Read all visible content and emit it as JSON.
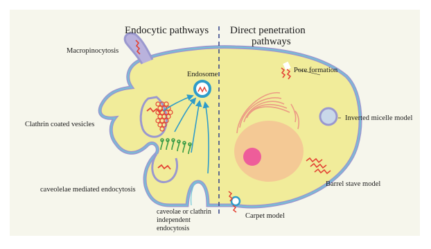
{
  "headers": {
    "endocytic": "Endocytic pathways",
    "direct_line1": "Direct penetration",
    "direct_line2": "pathways"
  },
  "labels": {
    "macropinocytosis": "Macropinocytosis",
    "endosome": "Endosome",
    "clathrin": "Clathrin coated vesicles",
    "caveolae_mediated": "caveolelae mediated endocytosis",
    "independent_line1": "caveolae or clathrin",
    "independent_line2": "independent",
    "independent_line3": "endocytosis",
    "pore": "Pore formation",
    "inverted_micelle": "Inverted micelle model",
    "barrel_stave": "Barrel stave model",
    "carpet": "Carpet model"
  },
  "colors": {
    "background": "#f6f6ec",
    "cytoplasm": "#f1ec9a",
    "membrane_outer": "#9a98cf",
    "membrane_inner": "#6ec7d8",
    "nucleus": "#f4c995",
    "nucleolus": "#ee5d9a",
    "er": "#ec9a84",
    "peptide": "#e34234",
    "clathrin": "#e34234",
    "caveolin": "#3a9b45",
    "arrow": "#2e9bc9",
    "divider": "#3b4a8c"
  }
}
